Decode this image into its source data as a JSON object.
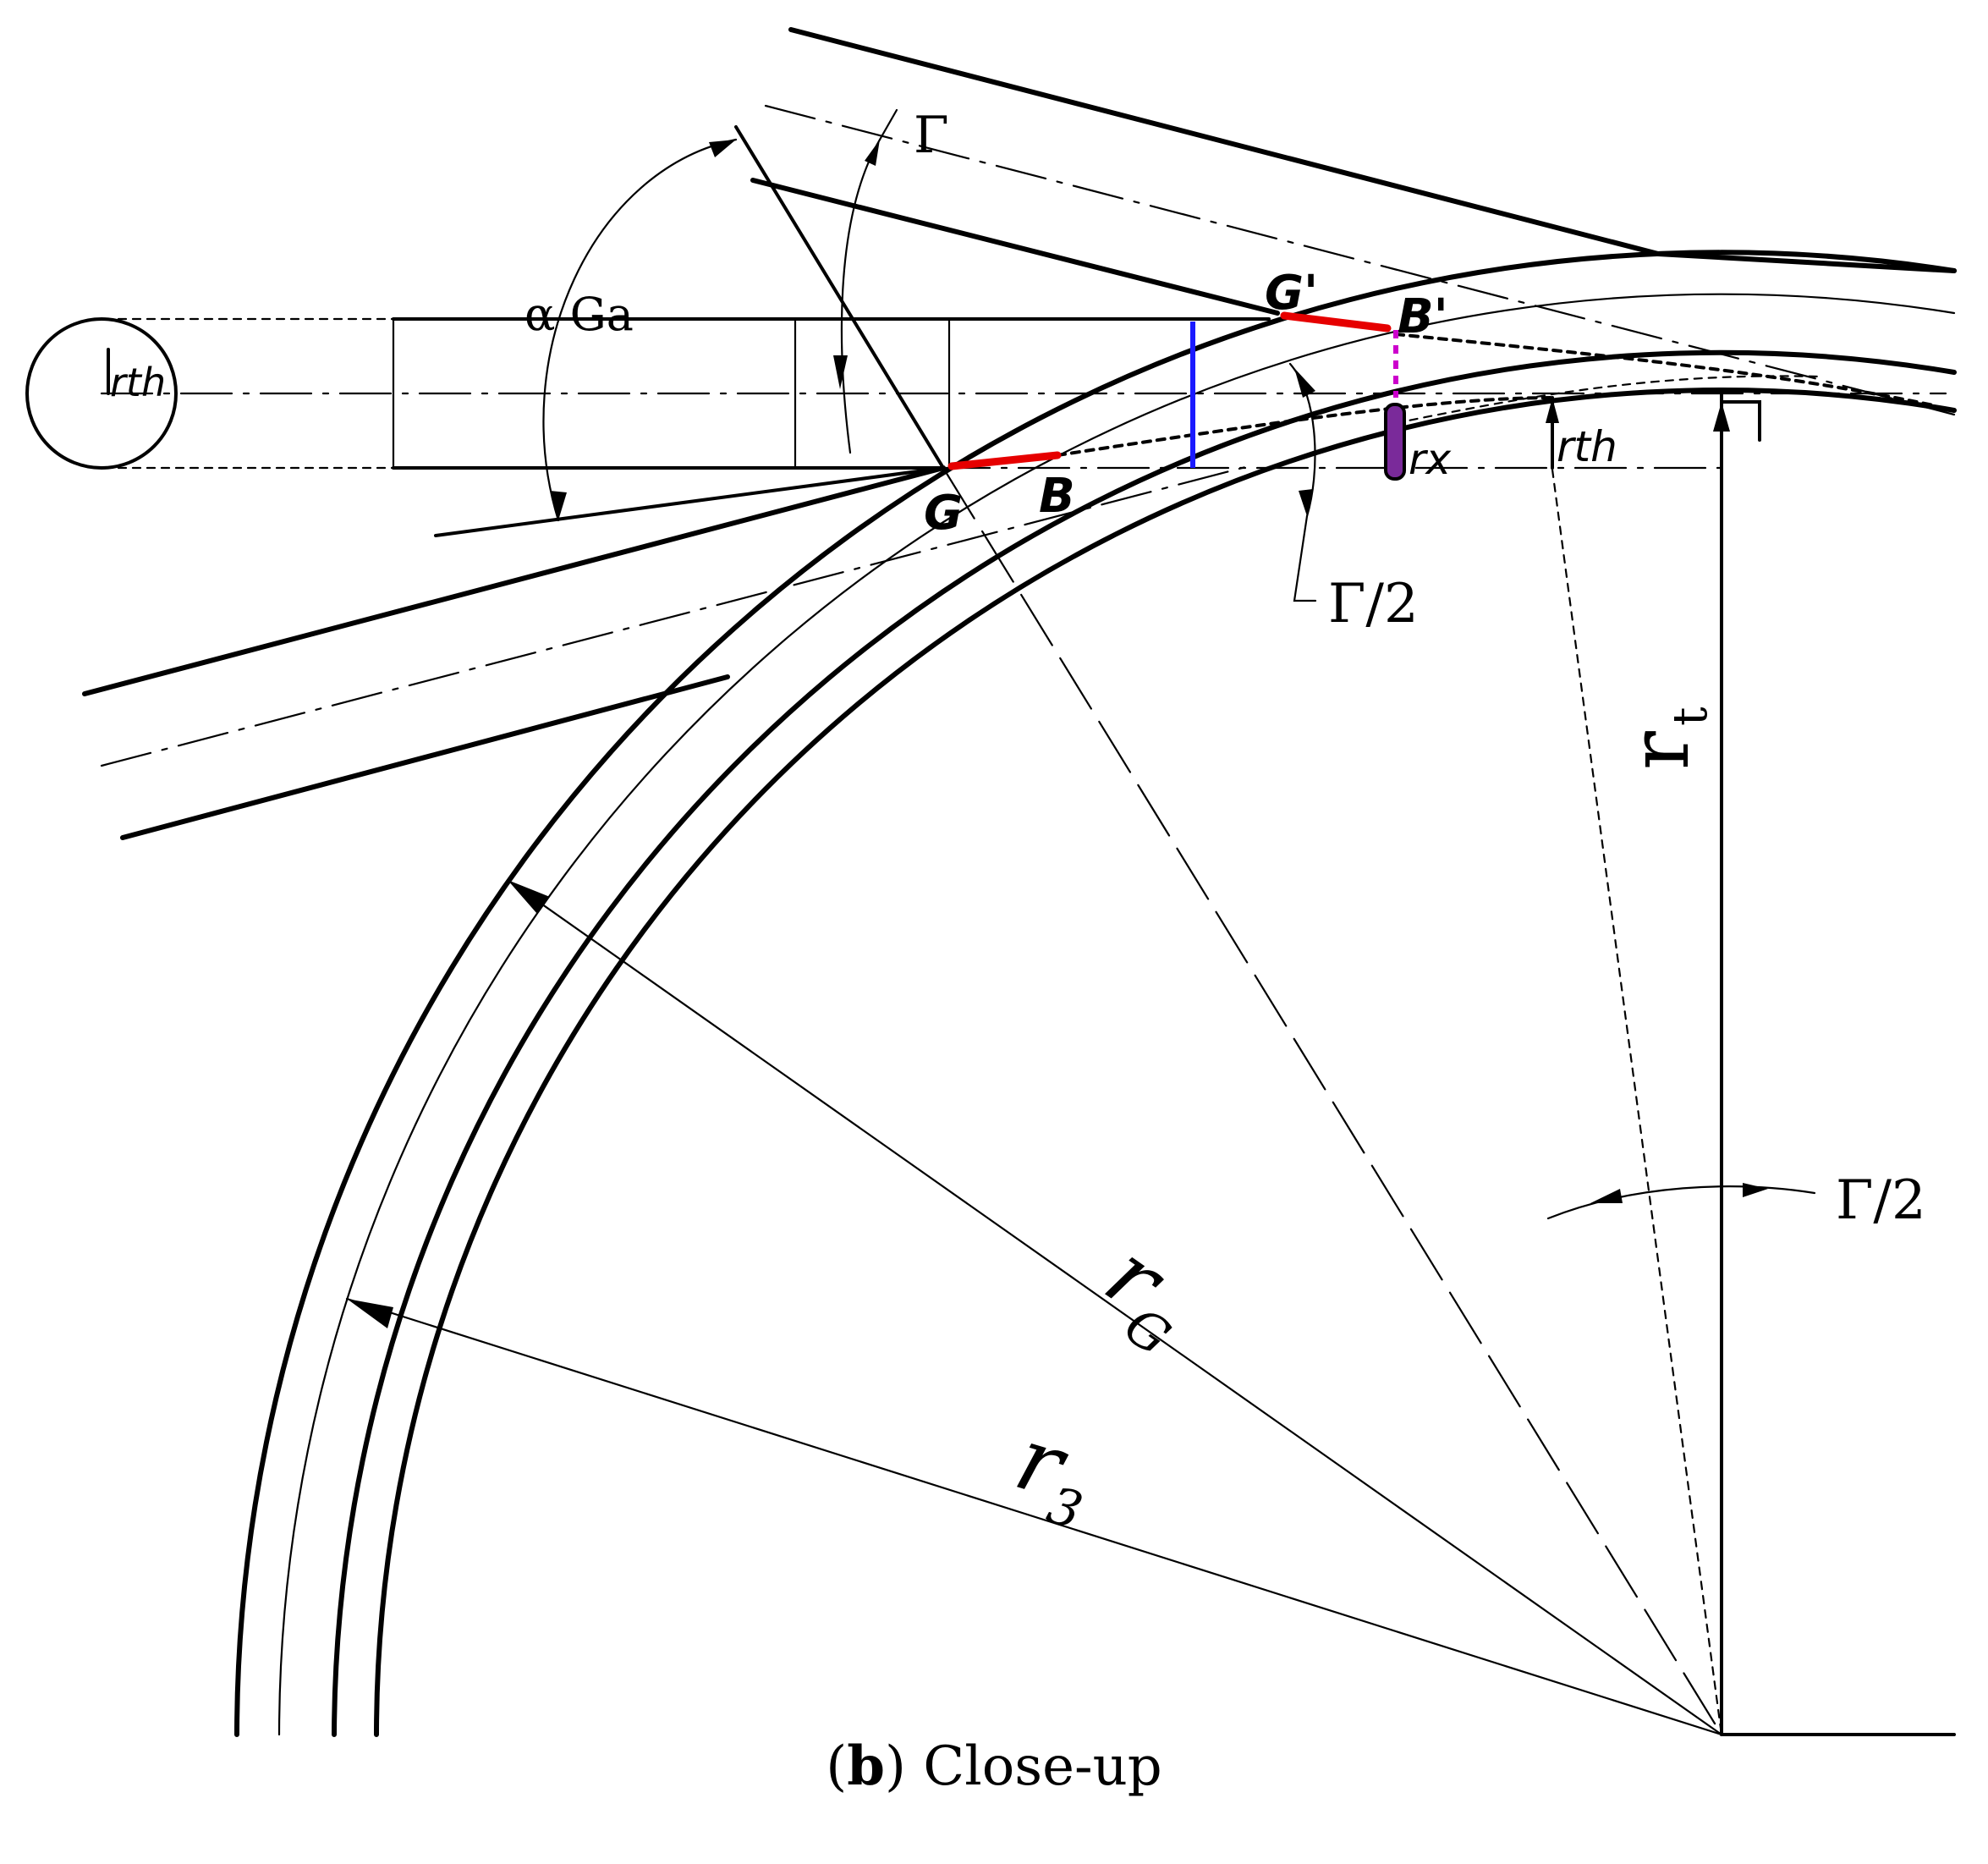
{
  "caption": {
    "letter": "b",
    "text": " Close-up",
    "open_paren": "(",
    "close_paren": ")"
  },
  "labels": {
    "gamma": "Γ",
    "alpha_ga": "α Ga",
    "rth_circle": "rth",
    "g_prime": "G'",
    "b_prime": "B'",
    "g": "G",
    "b": "B",
    "gamma_half_top": "Γ/2",
    "gamma_half_right": "Γ/2",
    "rx": "rx",
    "rth_right": "rth",
    "r_t": "r",
    "r_t_sub": "t",
    "r_g": "r",
    "r_g_sub": "G",
    "r_3": "r",
    "r_3_sub": "3"
  },
  "colors": {
    "line": "#000000",
    "red_segment": "#e60000",
    "blue_line": "#1a1aff",
    "magenta": "#cc00cc",
    "purple_marker": "#7a2a9a"
  }
}
